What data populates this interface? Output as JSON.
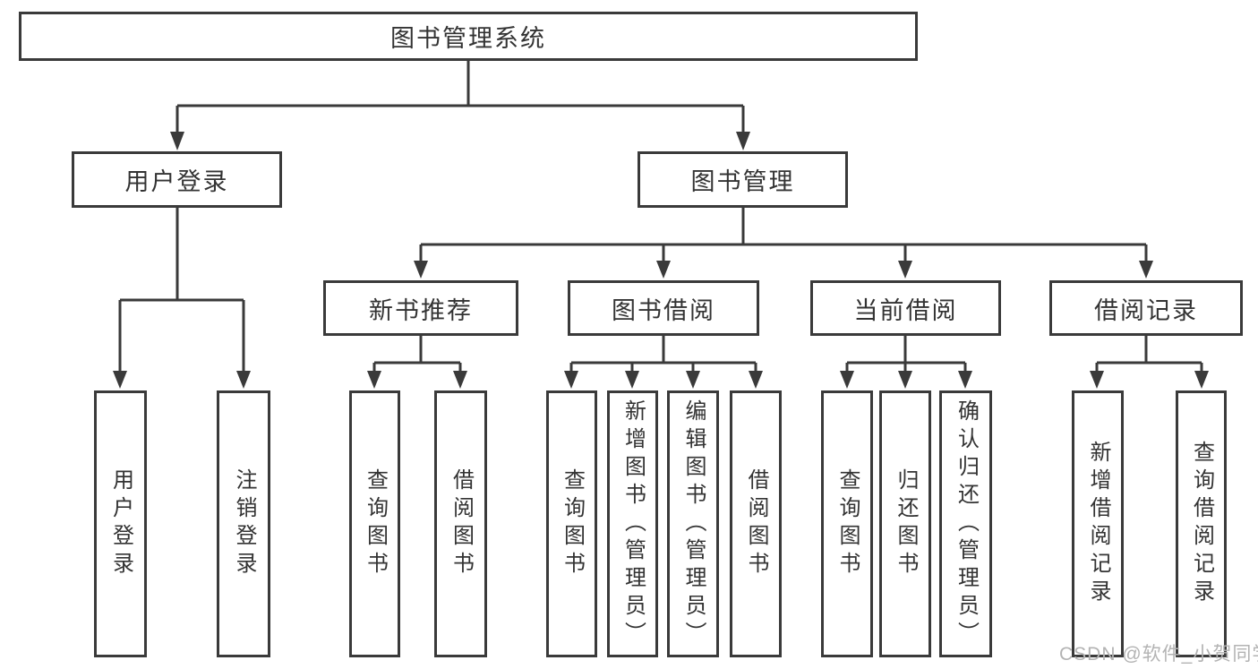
{
  "diagram": {
    "root": {
      "label": "图书管理系统"
    },
    "level2": [
      {
        "label": "用户登录"
      },
      {
        "label": "图书管理"
      }
    ],
    "level3": [
      {
        "label": "新书推荐"
      },
      {
        "label": "图书借阅"
      },
      {
        "label": "当前借阅"
      },
      {
        "label": "借阅记录"
      }
    ],
    "leaves": {
      "login": [
        {
          "label": "用户登录"
        },
        {
          "label": "注销登录"
        }
      ],
      "recommend": [
        {
          "label": "查询图书"
        },
        {
          "label": "借阅图书"
        }
      ],
      "borrow": [
        {
          "label": "查询图书"
        },
        {
          "label": "新增图书（管理员）"
        },
        {
          "label": "编辑图书（管理员）"
        },
        {
          "label": "借阅图书"
        }
      ],
      "current": [
        {
          "label": "查询图书"
        },
        {
          "label": "归还图书"
        },
        {
          "label": "确认归还（管理员）"
        }
      ],
      "records": [
        {
          "label": "新增借阅记录"
        },
        {
          "label": "查询借阅记录"
        }
      ]
    },
    "watermark": "CSDN @软件_小贺同学",
    "colors": {
      "line": "#3a3a3a",
      "border": "#3a3a3a",
      "fill": "#ffffff",
      "text": "#333333",
      "watermark": "#b3b3b3"
    }
  }
}
